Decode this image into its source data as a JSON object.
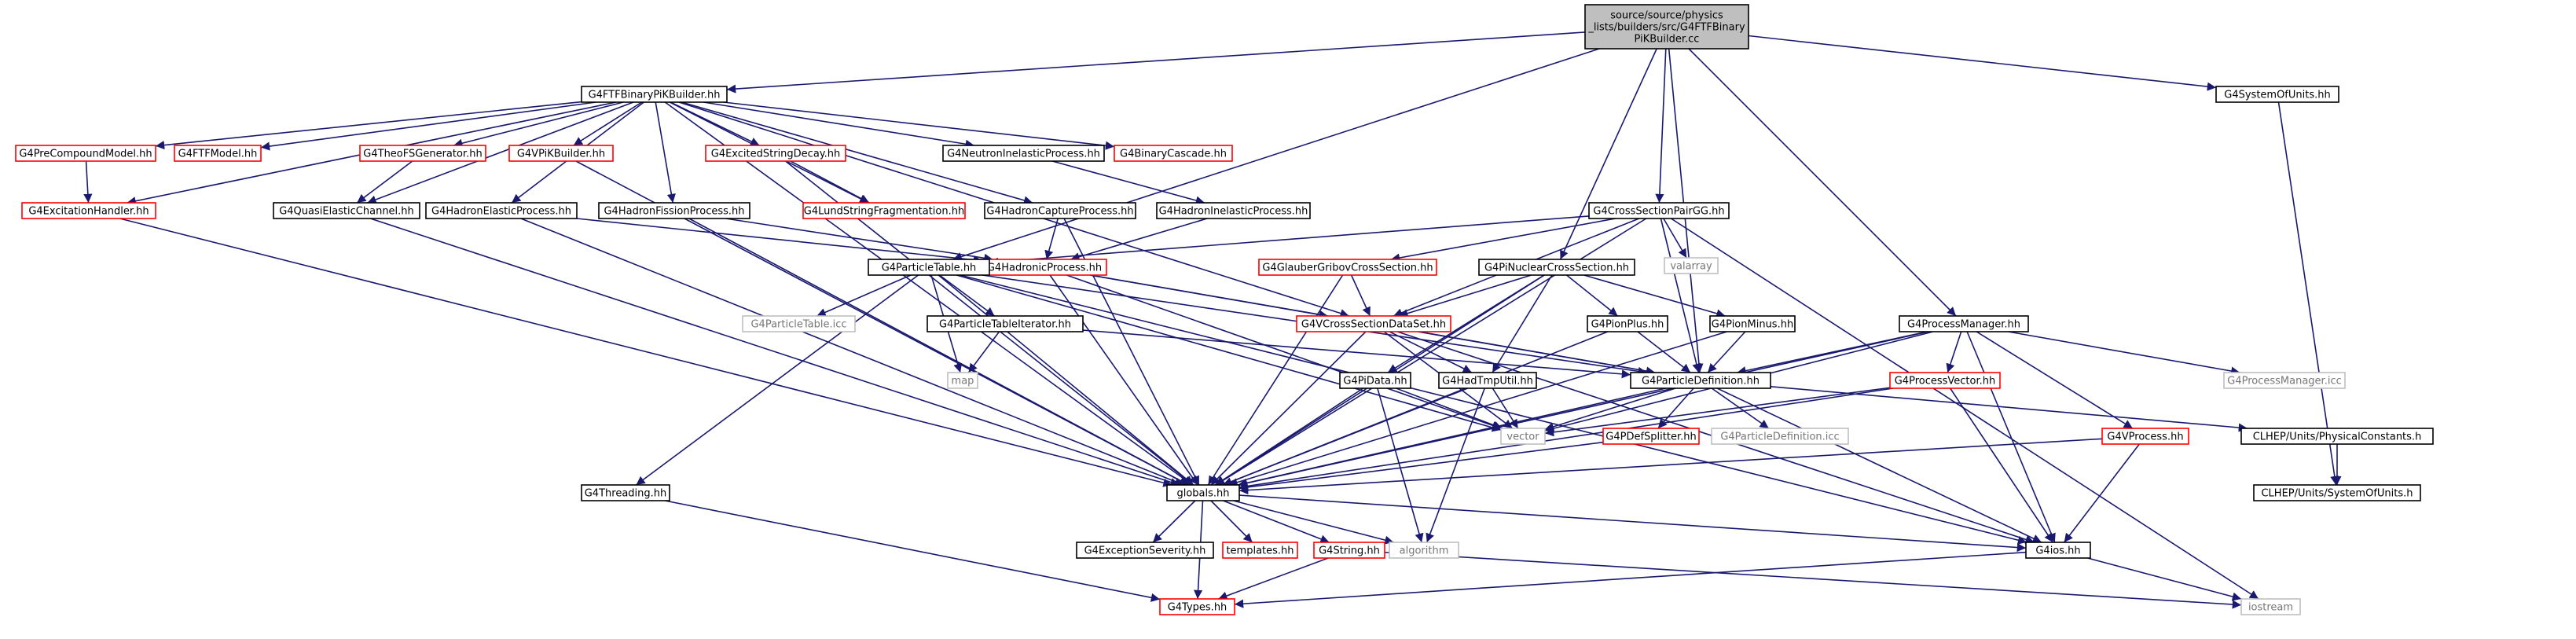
{
  "colors": {
    "edge": "#191970",
    "border_default": "#000000",
    "border_truncated": "#ff0000",
    "border_external": "#bfbfbf",
    "root_fill": "#bfbfbf",
    "text_default": "#000000",
    "text_external": "#777777"
  },
  "nodes": {
    "root": {
      "label": "source/source/physics_lists/builders/src/G4FTFBinaryPiKBuilder.cc",
      "lines": [
        "source/source/physics",
        "_lists/builders/src/G4FTFBinary",
        "PiKBuilder.cc"
      ],
      "style": "root"
    },
    "ftfbinary": {
      "label": "G4FTFBinaryPiKBuilder.hh",
      "style": "default"
    },
    "sysunits": {
      "label": "G4SystemOfUnits.hh",
      "style": "default"
    },
    "precompound": {
      "label": "G4PreCompoundModel.hh",
      "style": "truncated"
    },
    "ftfmodel": {
      "label": "G4FTFModel.hh",
      "style": "truncated"
    },
    "theofs": {
      "label": "G4TheoFSGenerator.hh",
      "style": "truncated"
    },
    "vpik": {
      "label": "G4VPiKBuilder.hh",
      "style": "truncated"
    },
    "excitedstring": {
      "label": "G4ExcitedStringDecay.hh",
      "style": "truncated"
    },
    "neutroninel": {
      "label": "G4NeutronInelasticProcess.hh",
      "style": "default"
    },
    "binarycascade": {
      "label": "G4BinaryCascade.hh",
      "style": "truncated"
    },
    "excitation": {
      "label": "G4ExcitationHandler.hh",
      "style": "truncated"
    },
    "quasielastic": {
      "label": "G4QuasiElasticChannel.hh",
      "style": "default"
    },
    "hadronelastic": {
      "label": "G4HadronElasticProcess.hh",
      "style": "default"
    },
    "hadronfission": {
      "label": "G4HadronFissionProcess.hh",
      "style": "default"
    },
    "lundstring": {
      "label": "G4LundStringFragmentation.hh",
      "style": "truncated"
    },
    "hadroncapture": {
      "label": "G4HadronCaptureProcess.hh",
      "style": "default"
    },
    "hadroninel": {
      "label": "G4HadronInelasticProcess.hh",
      "style": "default"
    },
    "crosspair": {
      "label": "G4CrossSectionPairGG.hh",
      "style": "default"
    },
    "hadronicproc": {
      "label": "G4HadronicProcess.hh",
      "style": "truncated"
    },
    "glauber": {
      "label": "G4GlauberGribovCrossSection.hh",
      "style": "truncated"
    },
    "valarray": {
      "label": "valarray",
      "style": "external"
    },
    "pinuclear": {
      "label": "G4PiNuclearCrossSection.hh",
      "style": "default"
    },
    "particletable": {
      "label": "G4ParticleTable.hh",
      "style": "default"
    },
    "ptableicc": {
      "label": "G4ParticleTable.icc",
      "style": "external"
    },
    "ptableiter": {
      "label": "G4ParticleTableIterator.hh",
      "style": "default"
    },
    "vcrosssection": {
      "label": "G4VCrossSectionDataSet.hh",
      "style": "truncated"
    },
    "pionplus": {
      "label": "G4PionPlus.hh",
      "style": "default"
    },
    "pionminus": {
      "label": "G4PionMinus.hh",
      "style": "default"
    },
    "processmanager": {
      "label": "G4ProcessManager.hh",
      "style": "default"
    },
    "pmicc": {
      "label": "G4ProcessManager.icc",
      "style": "external"
    },
    "map": {
      "label": "map",
      "style": "external"
    },
    "pidata": {
      "label": "G4PiData.hh",
      "style": "default"
    },
    "hadtmputil": {
      "label": "G4HadTmpUtil.hh",
      "style": "default"
    },
    "particledef": {
      "label": "G4ParticleDefinition.hh",
      "style": "default"
    },
    "processvector": {
      "label": "G4ProcessVector.hh",
      "style": "truncated"
    },
    "vector": {
      "label": "vector",
      "style": "external"
    },
    "pdefsplitter": {
      "label": "G4PDefSplitter.hh",
      "style": "truncated"
    },
    "pdicc": {
      "label": "G4ParticleDefinition.icc",
      "style": "external"
    },
    "vprocess": {
      "label": "G4VProcess.hh",
      "style": "truncated"
    },
    "physconst": {
      "label": "CLHEP/Units/PhysicalConstants.h",
      "style": "default"
    },
    "clhepunits": {
      "label": "CLHEP/Units/SystemOfUnits.h",
      "style": "default"
    },
    "threading": {
      "label": "G4Threading.hh",
      "style": "default"
    },
    "globals": {
      "label": "globals.hh",
      "style": "default"
    },
    "excseverity": {
      "label": "G4ExceptionSeverity.hh",
      "style": "default"
    },
    "templates": {
      "label": "templates.hh",
      "style": "truncated"
    },
    "g4string": {
      "label": "G4String.hh",
      "style": "truncated"
    },
    "algorithm": {
      "label": "algorithm",
      "style": "external"
    },
    "g4ios": {
      "label": "G4ios.hh",
      "style": "default"
    },
    "g4types": {
      "label": "G4Types.hh",
      "style": "truncated"
    },
    "iostream": {
      "label": "iostream",
      "style": "external"
    }
  },
  "edges": [
    [
      "root",
      "ftfbinary"
    ],
    [
      "root",
      "sysunits"
    ],
    [
      "root",
      "crosspair"
    ],
    [
      "root",
      "pinuclear"
    ],
    [
      "root",
      "processmanager"
    ],
    [
      "root",
      "particledef"
    ],
    [
      "root",
      "particletable"
    ],
    [
      "ftfbinary",
      "precompound"
    ],
    [
      "ftfbinary",
      "ftfmodel"
    ],
    [
      "ftfbinary",
      "theofs"
    ],
    [
      "ftfbinary",
      "vpik"
    ],
    [
      "ftfbinary",
      "excitedstring"
    ],
    [
      "ftfbinary",
      "neutroninel"
    ],
    [
      "ftfbinary",
      "binarycascade"
    ],
    [
      "ftfbinary",
      "excitation"
    ],
    [
      "ftfbinary",
      "quasielastic"
    ],
    [
      "ftfbinary",
      "hadronelastic"
    ],
    [
      "ftfbinary",
      "hadronfission"
    ],
    [
      "ftfbinary",
      "lundstring"
    ],
    [
      "ftfbinary",
      "hadroncapture"
    ],
    [
      "ftfbinary",
      "vcrosssection"
    ],
    [
      "ftfbinary",
      "globals"
    ],
    [
      "precompound",
      "excitation"
    ],
    [
      "theofs",
      "quasielastic"
    ],
    [
      "vpik",
      "globals"
    ],
    [
      "excitedstring",
      "lundstring"
    ],
    [
      "excitedstring",
      "globals"
    ],
    [
      "neutroninel",
      "hadroninel"
    ],
    [
      "excitation",
      "globals"
    ],
    [
      "quasielastic",
      "globals"
    ],
    [
      "hadronelastic",
      "hadronicproc"
    ],
    [
      "hadronelastic",
      "globals"
    ],
    [
      "hadronfission",
      "hadronicproc"
    ],
    [
      "hadronfission",
      "globals"
    ],
    [
      "hadroncapture",
      "hadronicproc"
    ],
    [
      "hadroncapture",
      "globals"
    ],
    [
      "hadroninel",
      "hadronicproc"
    ],
    [
      "crosspair",
      "particletable"
    ],
    [
      "crosspair",
      "glauber"
    ],
    [
      "crosspair",
      "valarray"
    ],
    [
      "crosspair",
      "vcrosssection"
    ],
    [
      "crosspair",
      "particledef"
    ],
    [
      "crosspair",
      "globals"
    ],
    [
      "crosspair",
      "iostream"
    ],
    [
      "hadronicproc",
      "vcrosssection"
    ],
    [
      "hadronicproc",
      "particledef"
    ],
    [
      "hadronicproc",
      "globals"
    ],
    [
      "hadronicproc",
      "vector"
    ],
    [
      "glauber",
      "vcrosssection"
    ],
    [
      "glauber",
      "globals"
    ],
    [
      "pinuclear",
      "vcrosssection"
    ],
    [
      "pinuclear",
      "pionplus"
    ],
    [
      "pinuclear",
      "pionminus"
    ],
    [
      "pinuclear",
      "pidata"
    ],
    [
      "pinuclear",
      "hadtmputil"
    ],
    [
      "pinuclear",
      "globals"
    ],
    [
      "particletable",
      "ptableicc"
    ],
    [
      "particletable",
      "ptableiter"
    ],
    [
      "particletable",
      "map"
    ],
    [
      "particletable",
      "particledef"
    ],
    [
      "particletable",
      "threading"
    ],
    [
      "particletable",
      "globals"
    ],
    [
      "particletable",
      "g4ios"
    ],
    [
      "particletable",
      "vector"
    ],
    [
      "ptableiter",
      "map"
    ],
    [
      "ptableiter",
      "particledef"
    ],
    [
      "vcrosssection",
      "particledef"
    ],
    [
      "vcrosssection",
      "globals"
    ],
    [
      "vcrosssection",
      "g4ios"
    ],
    [
      "vcrosssection",
      "vector"
    ],
    [
      "vcrosssection",
      "hadtmputil"
    ],
    [
      "pionplus",
      "particledef"
    ],
    [
      "pionplus",
      "globals"
    ],
    [
      "pionminus",
      "particledef"
    ],
    [
      "pionminus",
      "globals"
    ],
    [
      "processmanager",
      "pmicc"
    ],
    [
      "processmanager",
      "particledef"
    ],
    [
      "processmanager",
      "processvector"
    ],
    [
      "processmanager",
      "vprocess"
    ],
    [
      "processmanager",
      "globals"
    ],
    [
      "processmanager",
      "g4ios"
    ],
    [
      "processmanager",
      "vector"
    ],
    [
      "pidata",
      "globals"
    ],
    [
      "pidata",
      "vector"
    ],
    [
      "pidata",
      "algorithm"
    ],
    [
      "hadtmputil",
      "globals"
    ],
    [
      "hadtmputil",
      "vector"
    ],
    [
      "hadtmputil",
      "algorithm"
    ],
    [
      "particledef",
      "pdefsplitter"
    ],
    [
      "particledef",
      "pdicc"
    ],
    [
      "particledef",
      "physconst"
    ],
    [
      "particledef",
      "globals"
    ],
    [
      "particledef",
      "g4ios"
    ],
    [
      "particledef",
      "vector"
    ],
    [
      "processvector",
      "globals"
    ],
    [
      "processvector",
      "g4ios"
    ],
    [
      "processvector",
      "vector"
    ],
    [
      "pdefsplitter",
      "globals"
    ],
    [
      "vprocess",
      "globals"
    ],
    [
      "vprocess",
      "g4ios"
    ],
    [
      "physconst",
      "clhepunits"
    ],
    [
      "sysunits",
      "clhepunits"
    ],
    [
      "threading",
      "g4types"
    ],
    [
      "globals",
      "excseverity"
    ],
    [
      "globals",
      "templates"
    ],
    [
      "globals",
      "g4string"
    ],
    [
      "globals",
      "algorithm"
    ],
    [
      "globals",
      "g4ios"
    ],
    [
      "globals",
      "g4types"
    ],
    [
      "g4string",
      "g4types"
    ],
    [
      "g4string",
      "iostream"
    ],
    [
      "g4ios",
      "g4types"
    ],
    [
      "g4ios",
      "iostream"
    ]
  ]
}
